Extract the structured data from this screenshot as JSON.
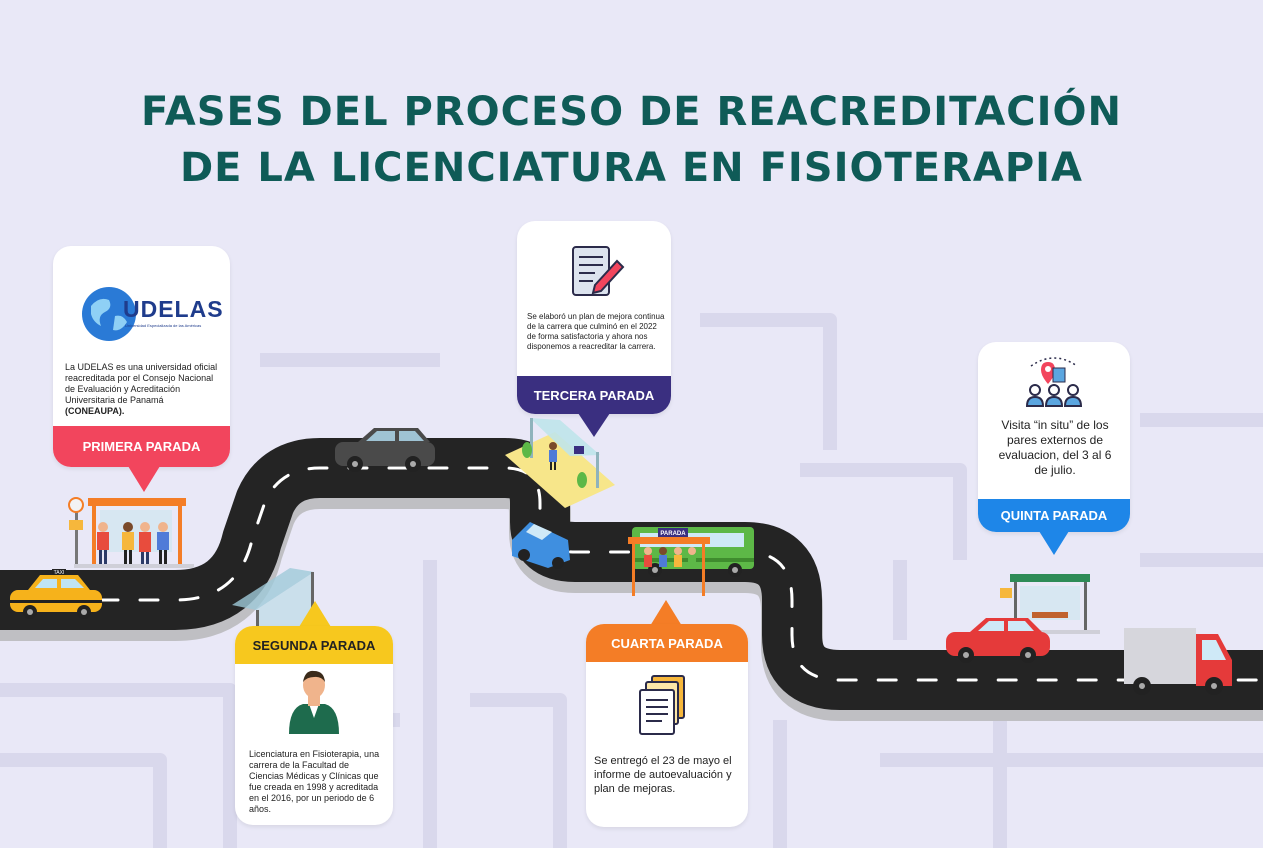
{
  "title": {
    "line1": "FASES DEL PROCESO DE REACREDITACIÓN",
    "line2": "DE LA LICENCIATURA EN FISIOTERAPIA"
  },
  "stops": {
    "first": {
      "label": "PRIMERA PARADA",
      "text": "La UDELAS es una universidad oficial reacreditada por el Consejo Nacional de Evaluación y Acreditación Universitaria de Panamá",
      "text_bold": "(CONEAUPA).",
      "logo_name": "UDELAS",
      "logo_sub": "Universidad Especializada de las Américas",
      "color": "#f2455d"
    },
    "second": {
      "label": "SEGUNDA PARADA",
      "text": "Licenciatura en Fisioterapia, una carrera de la Facultad de Ciencias Médicas y Clínicas que fue creada en 1998 y acreditada en el 2016, por un periodo de 6 años.",
      "color": "#f7c81e"
    },
    "third": {
      "label": "TERCERA PARADA",
      "text": "Se elaboró un plan de mejora continua de la carrera que culminó en el 2022 de forma satisfactoria y ahora nos disponemos a reacreditar la carrera.",
      "color": "#3a2f80"
    },
    "fourth": {
      "label": "CUARTA PARADA",
      "text": "Se entregó el 23 de mayo el informe de autoevaluación y plan de mejoras.",
      "color": "#f47d26"
    },
    "fifth": {
      "label": "QUINTA PARADA",
      "text": "Visita “in situ” de los pares externos de evaluacion, del 3 al 6 de julio.",
      "color": "#1e86e8"
    }
  },
  "scene": {
    "bus_sign": "PARADA",
    "taxi_sign": "TAXI",
    "road_color": "#242424",
    "road_edge_color": "#bfbfc3",
    "lane_color": "#ffffff"
  }
}
